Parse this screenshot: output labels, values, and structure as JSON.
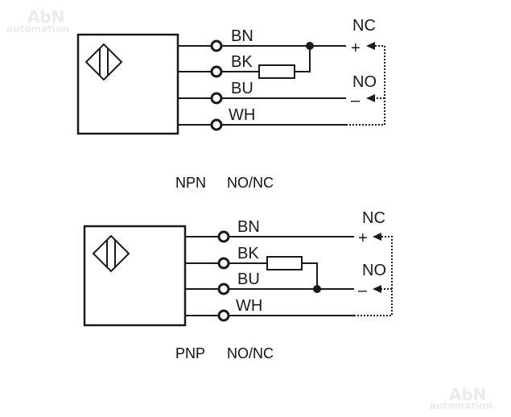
{
  "watermark": {
    "brand": "AbN",
    "sub": "automation"
  },
  "diagrams": [
    {
      "id": "npn",
      "caption_type": "NPN",
      "caption_mode": "NO/NC",
      "wires": [
        "BN",
        "BK",
        "BU",
        "WH"
      ],
      "outputs": {
        "nc_label": "NC",
        "no_label": "NO",
        "plus": "+",
        "minus": "–"
      }
    },
    {
      "id": "pnp",
      "caption_type": "PNP",
      "caption_mode": "NO/NC",
      "wires": [
        "BN",
        "BK",
        "BU",
        "WH"
      ],
      "outputs": {
        "nc_label": "NC",
        "no_label": "NO",
        "plus": "+",
        "minus": "–"
      }
    }
  ],
  "colors": {
    "line": "#1a1a1a",
    "watermark": "#ebebeb"
  }
}
